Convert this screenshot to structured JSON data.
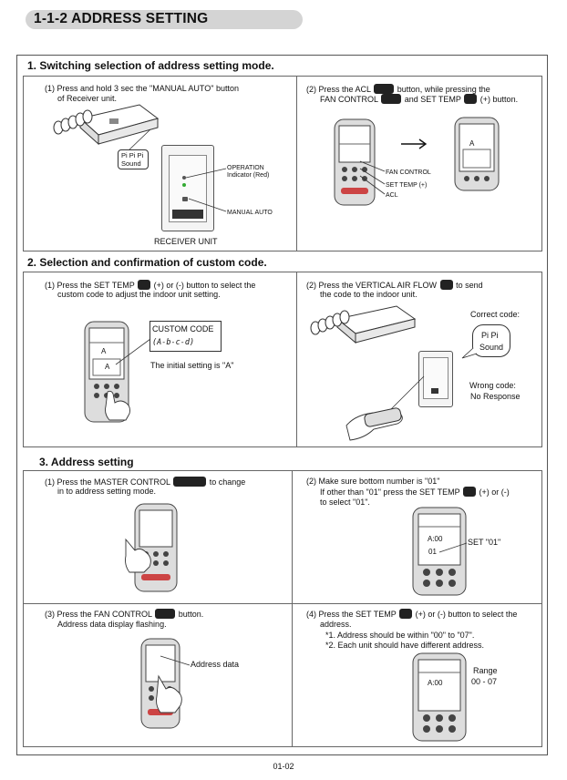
{
  "title": "1-1-2 ADDRESS SETTING",
  "page_number": "01-02",
  "section1": {
    "heading": "1. Switching selection of address setting mode.",
    "left": {
      "line1": "(1) Press and hold 3 sec the \"MANUAL AUTO\" button",
      "line2": "of Receiver unit.",
      "bubble_l1": "Pi  Pi  Pi",
      "bubble_l2": "Sound",
      "operation_l1": "OPERATION",
      "operation_l2": "Indicator (Red)",
      "manual_auto": "MANUAL AUTO",
      "receiver_unit": "RECEIVER UNIT"
    },
    "right": {
      "line1": "(2) Press the ACL",
      "line1b": "button, while pressing the",
      "line2a": "FAN CONTROL",
      "line2b": "and SET TEMP",
      "line2c": "(+) button.",
      "fan_control": "FAN CONTROL",
      "set_temp": "SET TEMP",
      "set_temp_plus": "(+)",
      "acl": "ACL",
      "display_char": "A"
    }
  },
  "section2": {
    "heading": "2. Selection and confirmation of custom code.",
    "left": {
      "line1a": "(1) Press the SET TEMP",
      "line1b": "(+) or (-) button to select the",
      "line2": "custom code to adjust the indoor unit setting.",
      "custom_code": "CUSTOM CODE",
      "custom_code_values": "(A-b-c-d)",
      "initial_setting": "The initial setting is \"A\"",
      "display_char": "A"
    },
    "right": {
      "line1a": "(2) Press the VERTICAL AIR FLOW",
      "line1b": "to send",
      "line2": "the code to the indoor unit.",
      "correct_code": "Correct code:",
      "bubble_l1": "Pi Pi",
      "bubble_l2": "Sound",
      "wrong_code": "Wrong code:",
      "no_response": "No Response"
    }
  },
  "section3": {
    "heading": "3. Address setting",
    "p1": {
      "line1a": "(1) Press the MASTER CONTROL",
      "line1b": "to change",
      "line2": "in to address setting mode."
    },
    "p2": {
      "line1": "(2) Make sure bottom number is \"01\"",
      "line2a": "If other than \"01\" press the SET TEMP",
      "line2b": "(+) or (-)",
      "line3": "to select \"01\".",
      "set_label": "SET  \"01\"",
      "display_top": "A:00",
      "display_bottom": "01"
    },
    "p3": {
      "line1a": "(3) Press the FAN CONTROL",
      "line1b": "button.",
      "line2": "Address data display flashing.",
      "address_data": "Address data"
    },
    "p4": {
      "line1a": "(4) Press the SET TEMP",
      "line1b": "(+) or (-) button to select the",
      "line2": "address.",
      "note1": "*1. Address should be within \"00\" to \"07\".",
      "note2": "*2. Each unit should have different address.",
      "range": "Range",
      "range_values": "00 - 07",
      "display_top": "A:00"
    }
  }
}
